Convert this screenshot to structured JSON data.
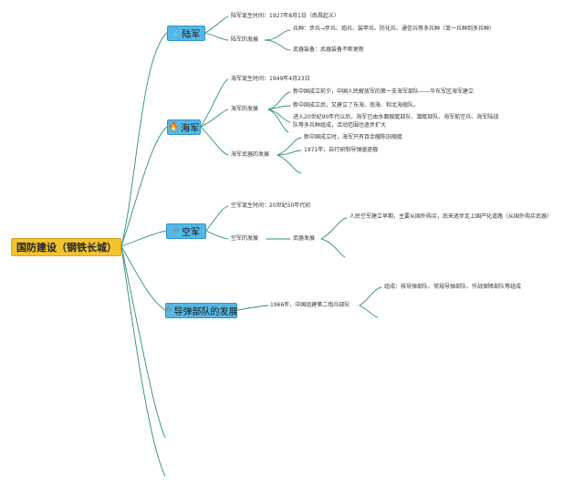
{
  "root": {
    "label": "国防建设（钢铁长城）"
  },
  "army": {
    "label": "陆军",
    "icon": "water-drop-icon",
    "birth": "陆军诞生时间：1927年8月1日（南昌起义）",
    "dev": "陆军的发展",
    "troops": "兵种：步兵→步兵、炮兵、装甲兵、防化兵、通信兵等多兵种（单一兵种到多兵种）",
    "weapons": "武器装备：武器装备不断更新"
  },
  "navy": {
    "label": "海军",
    "icon": "flame-icon",
    "birth": "海军诞生时间：1949年4月23日",
    "dev": "海军的发展",
    "dev_items": [
      "新中国成立前夕，中国人民解放军的第一支海军部队——华东军区海军建立",
      "新中国成立后，又建立了东海、南海、和北海舰队。",
      "进入20世纪90年代以后，海军已由水面舰艇部队、潜艇部队、海军航空兵、海军陆战队等多兵种组成，活动范围也逐步扩大"
    ],
    "weapons_dev": "海军武器的发展",
    "weapon_items": [
      "新中国成立时，海军只有百余艘陈旧舰艇",
      "1971年，自行研制导弹驱逐舰"
    ]
  },
  "airforce": {
    "label": "空军",
    "icon": "star-outline-icon",
    "birth": "空军诞生时间：20世纪50年代初",
    "dev": "空军的发展",
    "weapons": "武器发展",
    "weapon_item": "人民空军建立早期，主要从国外购买，后来逐步走上国产化道路（从国外购买武器）"
  },
  "missile": {
    "label": "导弹部队的发展",
    "icon": "star-outline-icon",
    "founded": "1966年，中国组建第二炮兵部队",
    "composition": "组成：核导弹部队、常规导弹部队、作战保障部队等组成"
  },
  "colors": {
    "root": "#f2c230",
    "branch": "#55b8e3",
    "line": "#2d8e7a"
  }
}
